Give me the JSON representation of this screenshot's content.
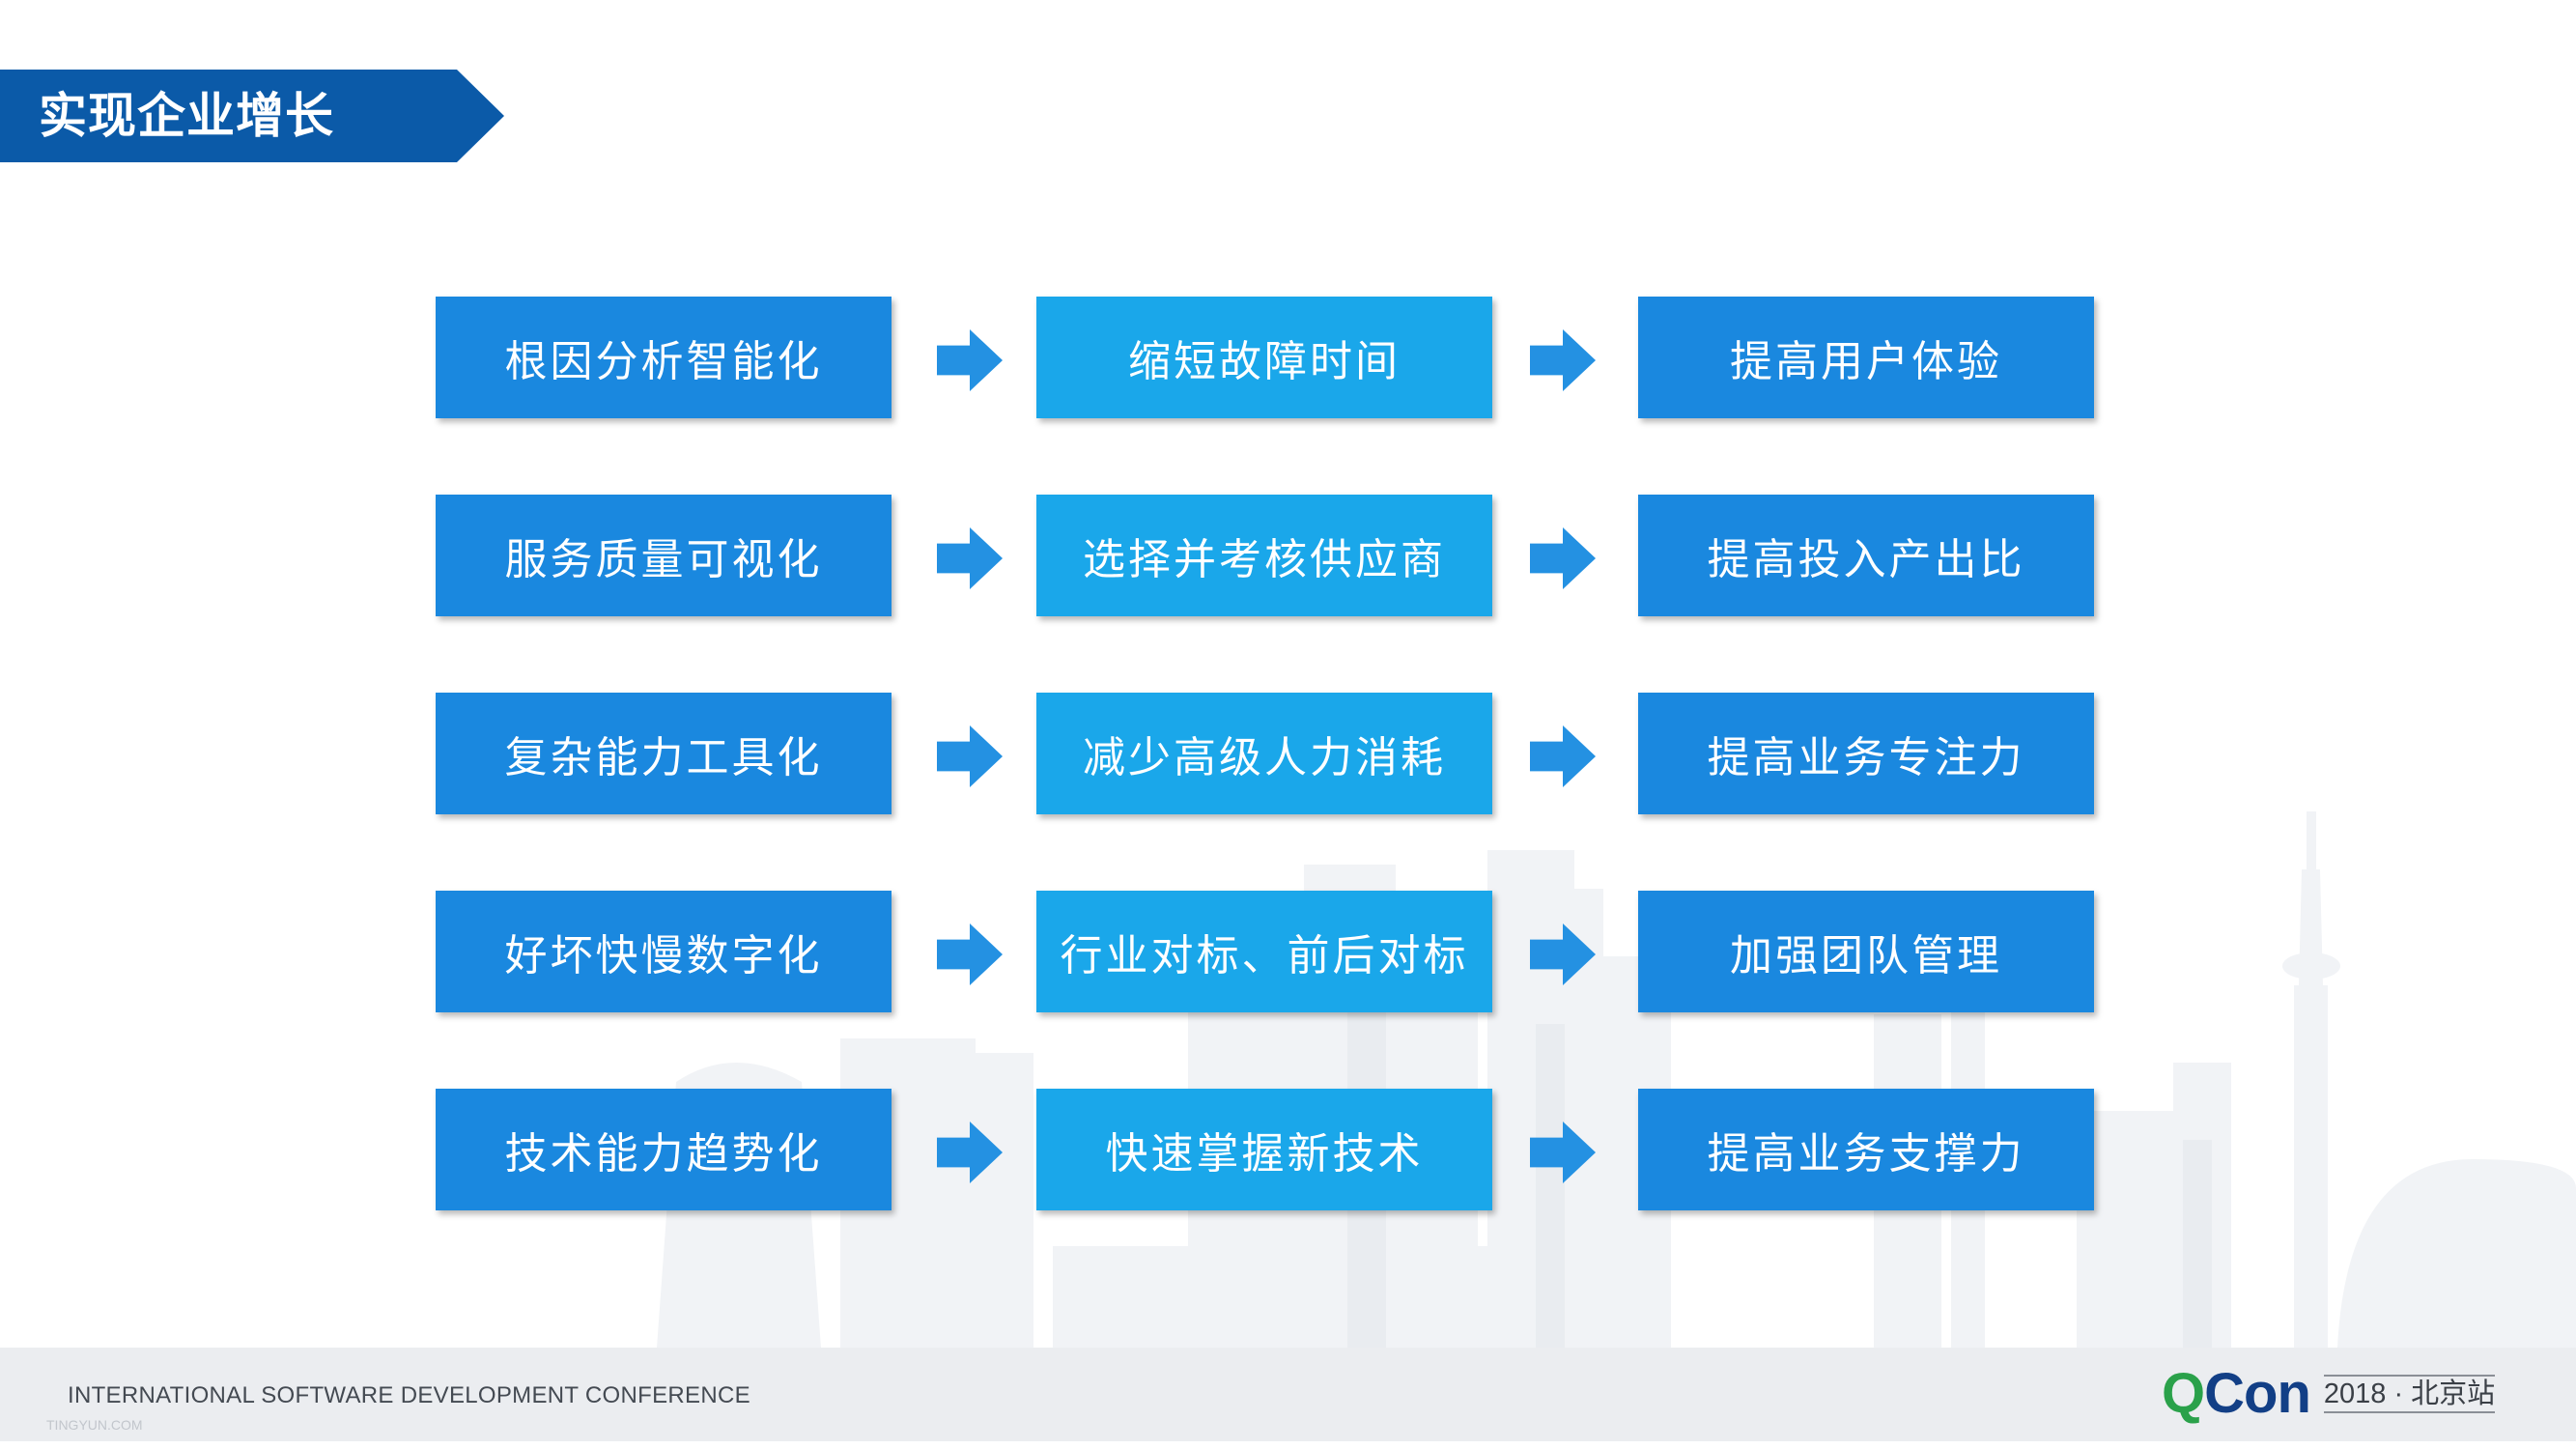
{
  "slide": {
    "title": "实现企业增长"
  },
  "flow": {
    "rows": [
      {
        "left": "根因分析智能化",
        "middle": "缩短故障时间",
        "right": "提高用户体验"
      },
      {
        "left": "服务质量可视化",
        "middle": "选择并考核供应商",
        "right": "提高投入产出比"
      },
      {
        "left": "复杂能力工具化",
        "middle": "减少高级人力消耗",
        "right": "提高业务专注力"
      },
      {
        "left": "好坏快慢数字化",
        "middle": "行业对标、前后对标",
        "right": "加强团队管理"
      },
      {
        "left": "技术能力趋势化",
        "middle": "快速掌握新技术",
        "right": "提高业务支撑力"
      }
    ]
  },
  "footer": {
    "conference_name": "INTERNATIONAL SOFTWARE DEVELOPMENT CONFERENCE",
    "small_mark": "TINGYUN.COM",
    "logo_q": "Q",
    "logo_con": "Con",
    "edition": "2018 · 北京站"
  },
  "colors": {
    "banner": "#0b5aa8",
    "box_primary": "#1a88df",
    "box_light": "#1aa7ea",
    "arrow": "#2491e2",
    "footer_bg": "#ebedf0",
    "logo_green": "#2aa14a",
    "logo_blue": "#123f86"
  },
  "icons": {
    "flow_arrow": "right-arrow-icon",
    "background": "city-skyline-illustration"
  }
}
